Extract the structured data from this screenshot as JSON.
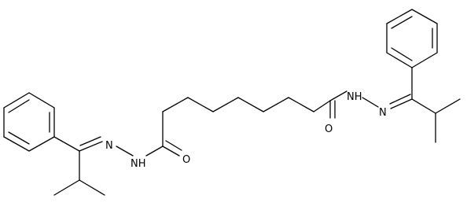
{
  "figure": {
    "type": "skeletal-structure",
    "colors": {
      "bond": "#000000",
      "label": "#000000",
      "background": "#ffffff"
    }
  },
  "atoms": {
    "n_left": "N",
    "nh_left": "NH",
    "o_left": "O",
    "o_right": "O",
    "nh_right": "NH",
    "n_right": "N"
  }
}
